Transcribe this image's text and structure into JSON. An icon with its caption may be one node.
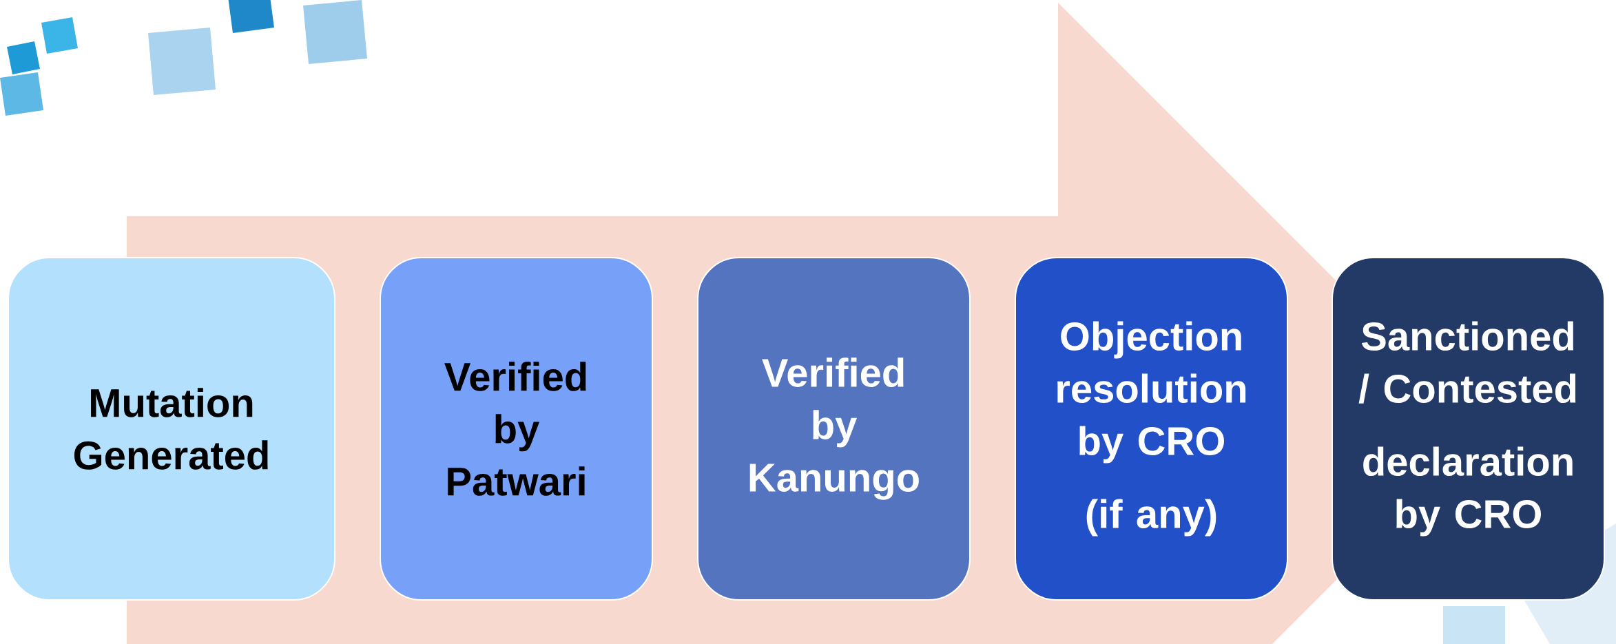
{
  "diagram": {
    "nodes": [
      {
        "text": [
          "Mutation Generated"
        ]
      },
      {
        "text": [
          "Verified by Patwari"
        ]
      },
      {
        "text": [
          "Verified by Kanungo"
        ]
      },
      {
        "text": [
          "Objection resolution by CRO",
          "(if any)"
        ]
      },
      {
        "text": [
          "Sanctioned / Contested",
          "declaration by CRO"
        ]
      }
    ],
    "edges": [
      {
        "from": 0,
        "to": 4,
        "arrow": "to"
      }
    ]
  }
}
